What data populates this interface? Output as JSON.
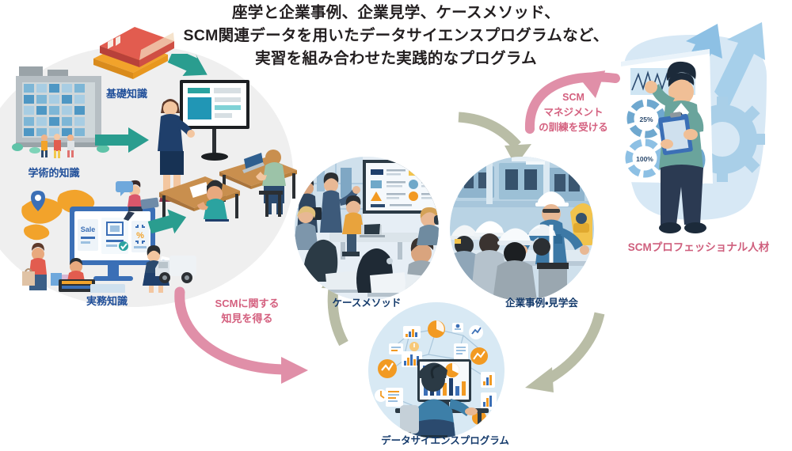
{
  "meta": {
    "kind": "infographic",
    "language": "ja"
  },
  "title": {
    "lines": [
      "座学と企業事例、企業見学、ケースメソッド、",
      "SCM関連データを用いたデータサイエンスプログラムなど、",
      "実習を組み合わせた実践的なプログラム"
    ]
  },
  "inputs": {
    "heading_books": "基礎知識",
    "heading_building": "学術的知識",
    "heading_ecommerce": "実務知識"
  },
  "cycle": {
    "nodes": [
      {
        "id": "case-method",
        "label": "ケースメソッド",
        "scene": "classroom-laptops"
      },
      {
        "id": "company-visit",
        "label": "企業事例・見学会",
        "scene": "factory-tour"
      },
      {
        "id": "data-science",
        "label": "データサイエンスプログラム",
        "scene": "analyst-desk"
      }
    ]
  },
  "flow_labels": {
    "into_cycle": {
      "lines": [
        "SCMに関する",
        "知見を得る"
      ]
    },
    "out_of_cycle": {
      "lines": [
        "SCM",
        "マネジメント",
        "の訓練を受ける"
      ]
    }
  },
  "outcome": {
    "label": "SCMプロフェッショナル人材",
    "dashboard": {
      "donut_labels": [
        "25%",
        "100%"
      ],
      "chart_type": "line"
    }
  },
  "ecommerce_scene": {
    "sale_tag": "Sale"
  },
  "colors": {
    "title_text": "#231f20",
    "label_blue": "#1f4e99",
    "label_navy": "#143a6b",
    "label_pink": "#d4607f",
    "label_rose": "#cf5f7d",
    "arrow_teal": "#2a9d8f",
    "arrow_pink": "#e08fa8",
    "arrow_grey": "#b9bda6",
    "blob_grey": "#efefef",
    "circle_bg": "#dfeaf3",
    "panel_blue": "#7ab3dd",
    "accent_orange": "#f29a22"
  }
}
